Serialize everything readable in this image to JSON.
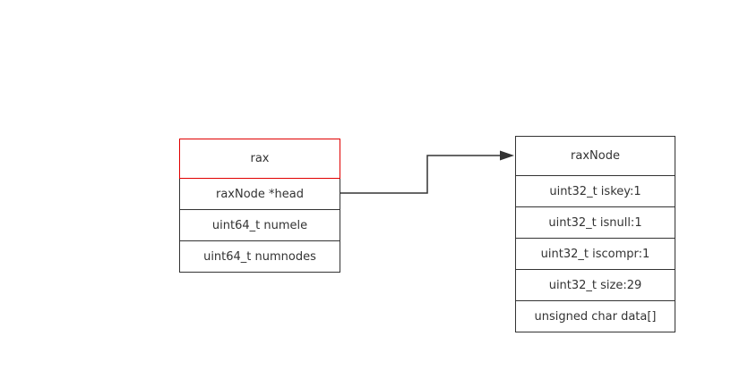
{
  "rax": {
    "title": "rax",
    "fields": [
      "raxNode *head",
      "uint64_t numele",
      "uint64_t numnodes"
    ]
  },
  "raxNode": {
    "title": "raxNode",
    "fields": [
      "uint32_t iskey:1",
      "uint32_t isnull:1",
      "uint32_t iscompr:1",
      "uint32_t size:29",
      "unsigned char data[]"
    ]
  },
  "colors": {
    "line": "#333333",
    "highlight_border": "#e00000",
    "background": "#ffffff"
  }
}
